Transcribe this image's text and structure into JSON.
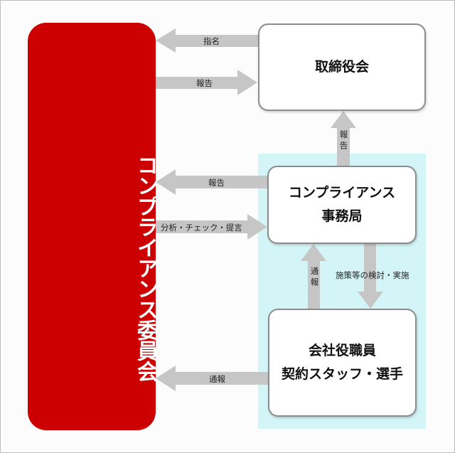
{
  "committee": {
    "label": "コンプライアンス委員会"
  },
  "board": {
    "label": "取締役会"
  },
  "office": {
    "line1": "コンプライアンス",
    "line2": "事務局"
  },
  "staff": {
    "line1": "会社役職員",
    "line2": "契約スタッフ・選手"
  },
  "arrows": {
    "appoint": "指名",
    "report_to_committee_from_board": "報告",
    "report_office_to_board": "報告",
    "report_office_to_committee": "報告",
    "analysis": "分析・チェック・提言",
    "measures": "施策等の検討・実施",
    "notify_staff_to_office": "通報",
    "notify_staff_to_committee": "通報"
  },
  "colors": {
    "committee": "#cc0000",
    "arrow": "#c6c6c6",
    "cyan_zone": "#d3f5f8",
    "box_border": "#8c8c8c"
  }
}
